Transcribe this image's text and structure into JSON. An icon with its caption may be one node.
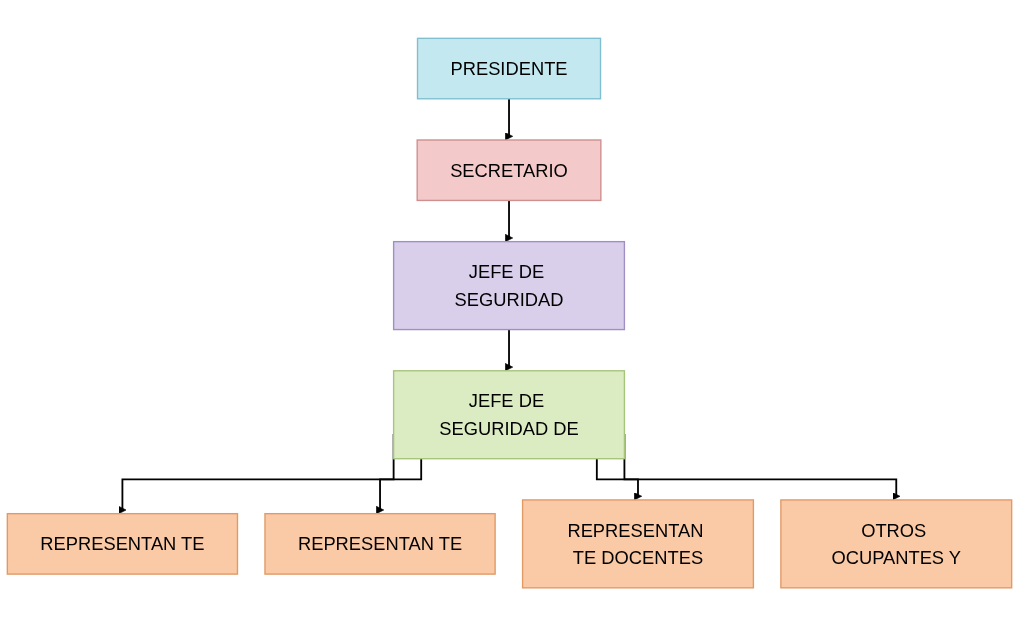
{
  "diagram": {
    "nodes": [
      {
        "text": [
          "PRESIDENTE"
        ]
      },
      {
        "text": [
          "SECRETARIO"
        ]
      },
      {
        "text": [
          "JEFE DE SEGURIDAD"
        ]
      },
      {
        "text": [
          "JEFE DE SEGURIDAD DE"
        ]
      },
      {
        "text": [
          "REPRESENTAN TE"
        ]
      },
      {
        "text": [
          "REPRESENTAN TE"
        ]
      },
      {
        "text": [
          "REPRESENTAN TE DOCENTES"
        ]
      },
      {
        "text": [
          "OTROS OCUPANTES Y"
        ]
      }
    ],
    "edges": [
      {
        "from": 0,
        "to": 1,
        "arrow": "to"
      },
      {
        "from": 1,
        "to": 2,
        "arrow": "to"
      },
      {
        "from": 2,
        "to": 3,
        "arrow": "to"
      },
      {
        "from": 3,
        "to": 4,
        "arrow": "to"
      },
      {
        "from": 3,
        "to": 5,
        "arrow": "to"
      },
      {
        "from": 3,
        "to": 6,
        "arrow": "to"
      },
      {
        "from": 3,
        "to": 7,
        "arrow": "to"
      }
    ]
  }
}
